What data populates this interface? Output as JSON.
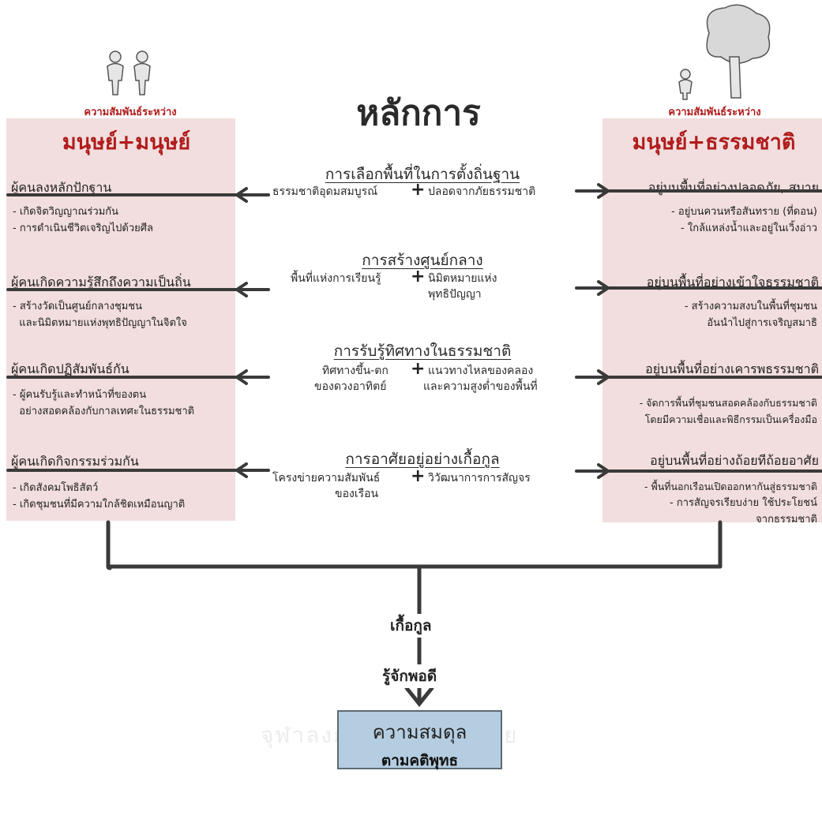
{
  "main_title": "หลักการ",
  "left_panel": {
    "small_title": "ความสัมพันธ์ระหว่าง",
    "big_title": "มนุษย์+มนุษย์",
    "items": [
      {
        "title": "ผู้คนลงหลักปักฐาน",
        "subs": [
          "- เกิดจิตวิญญาณร่วมกัน",
          "- การดำเนินชีวิตเจริญไปด้วยศีล"
        ]
      },
      {
        "title": "ผู้คนเกิดความรู้สึกถึงความเป็นถิ่น",
        "subs": [
          "- สร้างวัดเป็นศูนย์กลางชุมชน",
          "  และนิมิตหมายแห่งพุทธิปัญญาในจิตใจ"
        ]
      },
      {
        "title": "ผู้คนเกิดปฏิสัมพันธ์กัน",
        "subs": [
          "- ผู้คนรับรู้และทำหน้าที่ของตน",
          "  อย่างสอดคล้องกับกาลเทศะในธรรมชาติ"
        ]
      },
      {
        "title": "ผู้คนเกิดกิจกรรมร่วมกัน",
        "subs": [
          "- เกิดสังคมโพธิสัตว์",
          "- เกิดชุมชนที่มีความใกล้ชิดเหมือนญาติ"
        ]
      }
    ]
  },
  "right_panel": {
    "small_title": "ความสัมพันธ์ระหว่าง",
    "big_title": "มนุษย์+ธรรมชาติ",
    "items": [
      {
        "title": "อยู่บนพื้นที่อย่างปลอดภัย, สบาย",
        "subs": [
          "- อยู่บนควนหรือสันทราย (ที่ดอน)",
          "- ใกล้แหล่งน้ำและอยู่ในเวิ้งอ่าว"
        ]
      },
      {
        "title": "อยู่บนพื้นที่อย่างเข้าใจธรรมชาติ",
        "subs": [
          "- สร้างความสงบในพื้นที่ชุมชน",
          "อันนำไปสู่การเจริญสมาธิ"
        ]
      },
      {
        "title": "อยู่บนพื้นที่อย่างเคารพธรรมชาติ",
        "subs": [
          "- จัดการพื้นที่ชุมชนสอดคล้องกับธรรมชาติ",
          "โดยมีความเชื่อและพิธีกรรมเป็นเครื่องมือ"
        ]
      },
      {
        "title": "อยู่บนพื้นที่อย่างถ้อยทีถ้อยอาศัย",
        "subs": [
          "- พื้นที่นอกเรือนเปิดออกหากันสู่ธรรมชาติ",
          "- การสัญจรเรียบง่าย ใช้ประโยชน์",
          "จากธรรมชาติ"
        ]
      }
    ]
  },
  "principles": [
    {
      "title": "การเลือกพื้นที่ในการตั้งถิ่นฐาน",
      "left": "ธรรมชาติอุดมสมบูรณ์",
      "right": "ปลอดจากภัยธรรมชาติ",
      "left2": "",
      "right2": ""
    },
    {
      "title": "การสร้างศูนย์กลาง",
      "left": "พื้นที่แห่งการเรียนรู้",
      "right": "นิมิตหมายแห่ง",
      "left2": "",
      "right2": "พุทธิปัญญา"
    },
    {
      "title": "การรับรู้ทิศทางในธรรมชาติ",
      "left": "ทิศทางขึ้น-ตก",
      "right": "แนวทางไหลของคลอง",
      "left2": "ของดวงอาทิตย์",
      "right2": "และความสูงต่ำของพื้นที่"
    },
    {
      "title": "การอาศัยอยู่อย่างเกื้อกูล",
      "left": "โครงข่ายความสัมพันธ์",
      "right": "วิวัฒนาการการสัญจร",
      "left2": "ของเรือน",
      "right2": ""
    }
  ],
  "plus_sign": "+",
  "flow_labels": [
    "เกื้อกูล",
    "รู้จักพอดี"
  ],
  "result": {
    "line1": "ความสมดุล",
    "line2": "ตามคติพุทธ"
  },
  "watermark": "จุฬาลงกรณ์มหาวิทยาลัย",
  "colors": {
    "panel_bg": "#f2dede",
    "title_red": "#b01c1c",
    "box_blue": "#b5cde0",
    "line": "#3a3a3a"
  }
}
